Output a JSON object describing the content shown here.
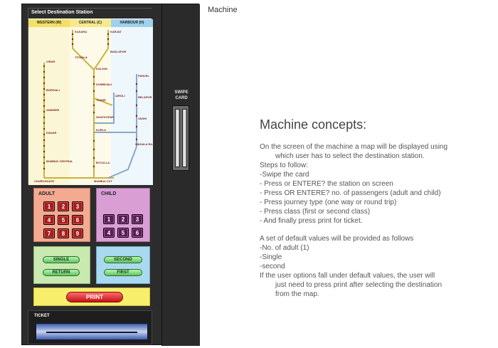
{
  "caption": "Machine",
  "machine": {
    "screen_title": "Select Destination Station",
    "lines": [
      "WESTERN (W)",
      "CENTRAL (C)",
      "HARBOUR (H)"
    ],
    "adult_label": "ADULT",
    "child_label": "CHILD",
    "adult_keys": [
      "1",
      "2",
      "3",
      "4",
      "5",
      "6",
      "7",
      "8",
      "9"
    ],
    "child_keys": [
      "1",
      "2",
      "3",
      "4",
      "5",
      "6"
    ],
    "journey": {
      "single": "SINGLE",
      "return": "RETURN"
    },
    "class": {
      "second": "SECOND",
      "first": "FIRST"
    },
    "print_label": "PRINT",
    "ticket_label": "TICKET",
    "swipe_label_1": "SWIPE",
    "swipe_label_2": "CARD",
    "map_labels": {
      "churchgate": "CHURCHGATE",
      "mumbai_cst": "MUMBAI CST",
      "kasara": "KASARA",
      "karjat": "KARJAT",
      "kalyan": "KALYAN",
      "thane": "THANE",
      "virar": "VIRAR",
      "borivali": "BORIVALI",
      "andheri": "ANDHERI",
      "dadar": "DADAR",
      "kurla": "KURLA",
      "panvel": "PANVEL",
      "vashi": "VASHI",
      "ghatkopar": "GHATKOPAR",
      "wadala": "WADALA Rd.",
      "byculla": "BYCULLA",
      "bombay_central": "BOMBAY CENTRAL",
      "titwala": "TITWALA",
      "badlapur": "BADLAPUR",
      "dombivali": "DOMBIVALI",
      "belapur": "BELAPUR",
      "airoli": "AIROLI"
    }
  },
  "concepts": {
    "heading": "Machine concepts:",
    "lines": [
      "On the screen of the machine a map will be displayed using",
      "which user has to select the destination station.",
      "Steps to follow:",
      "-Swipe the card",
      "- Press or ENTERE? the station on screen",
      "- Press OR ENTERE? no. of passengers (adult and child)",
      "- Press journey type (one way or round trip)",
      "- Press class (first or second class)",
      "- And finally press print for ticket."
    ],
    "defaults": [
      "A set of default values will be provided as follows",
      "-No. of adult (1)",
      "-Single",
      "-second",
      "If the user options fall under default values, the  user will",
      "just need to press print after selecting the destination",
      "from the map."
    ]
  }
}
